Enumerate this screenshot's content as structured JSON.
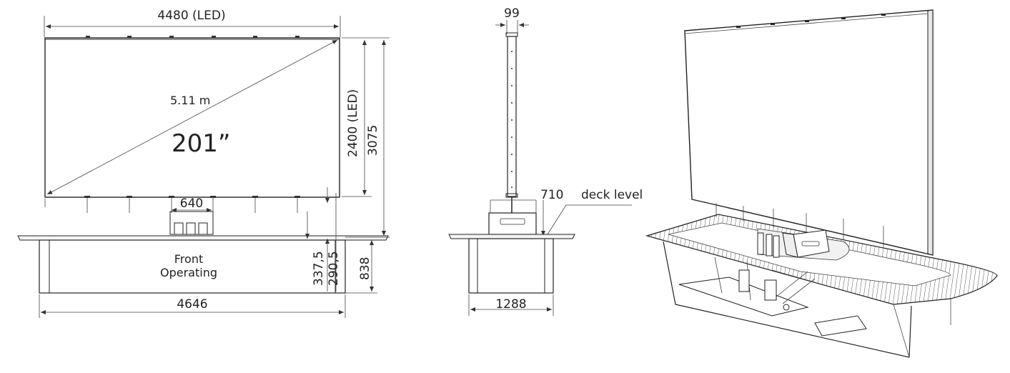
{
  "front_view": {
    "width_led": "4480 (LED)",
    "diagonal_m": "5.11 m",
    "diagonal_in": "201”",
    "height_led": "2400 (LED)",
    "height_total": "3075",
    "lift_width": "640",
    "dim_337": "337,5",
    "dim_290": "290,5",
    "dim_838": "838",
    "base_width": "4646",
    "base_label_line1": "Front",
    "base_label_line2": "Operating"
  },
  "side_view": {
    "column_width": "99",
    "deck_dim": "710",
    "deck_label": "deck level",
    "base_width": "1288"
  },
  "isometric_view": {
    "description_hidden": ""
  }
}
